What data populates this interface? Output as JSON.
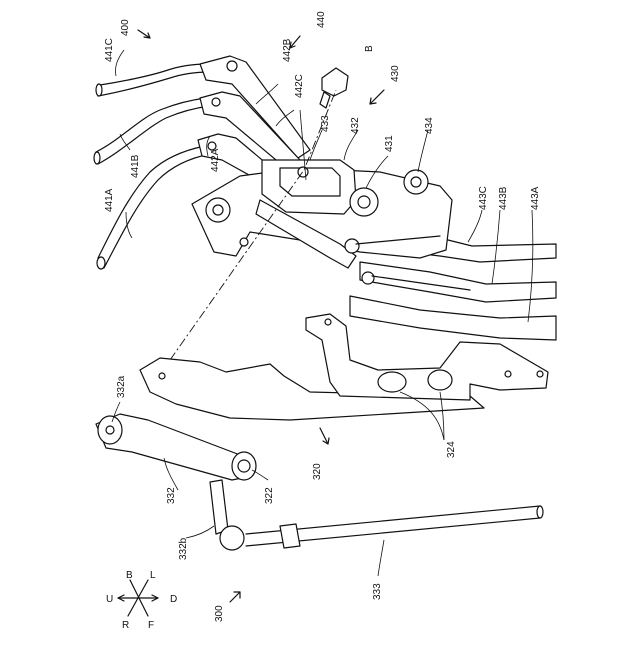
{
  "labels": {
    "l400": "400",
    "l441C": "441C",
    "l441B": "441B",
    "l441A": "441A",
    "l442B": "442B",
    "l442C": "442C",
    "l442A": "442A",
    "l440": "440",
    "lB": "B",
    "l430": "430",
    "l433": "433",
    "l432": "432",
    "l431": "431",
    "l434": "434",
    "l443C": "443C",
    "l443B": "443B",
    "l443A": "443A",
    "l332a": "332a",
    "l332": "332",
    "l322": "322",
    "l320": "320",
    "l324": "324",
    "l332b": "332b",
    "l333": "333",
    "l300": "300"
  },
  "directions": {
    "up": "U",
    "back": "B",
    "left": "L",
    "right": "R",
    "down": "D",
    "front": "F"
  }
}
